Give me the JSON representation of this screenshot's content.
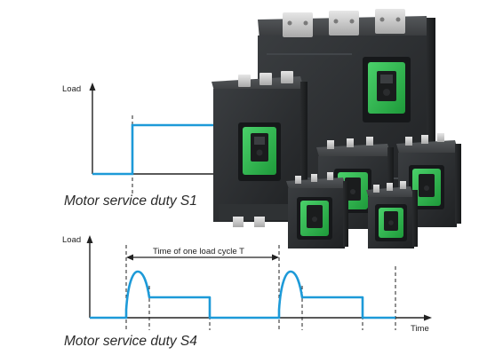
{
  "diagram_s1": {
    "y_axis_label": "Load",
    "caption": "Motor service duty S1"
  },
  "diagram_s4": {
    "y_axis_label": "Load",
    "x_axis_label": "Time",
    "cycle_label": "Time of one load cycle T",
    "caption": "Motor service duty S4"
  },
  "colors": {
    "signal": "#1d9ad8",
    "axis": "#222222",
    "device_body": "#2b2d2f",
    "device_accent": "#2fb84a"
  },
  "product": {
    "depicted": "soft starter units of several sizes",
    "icons": [
      "soft-starter-device-icon"
    ]
  }
}
